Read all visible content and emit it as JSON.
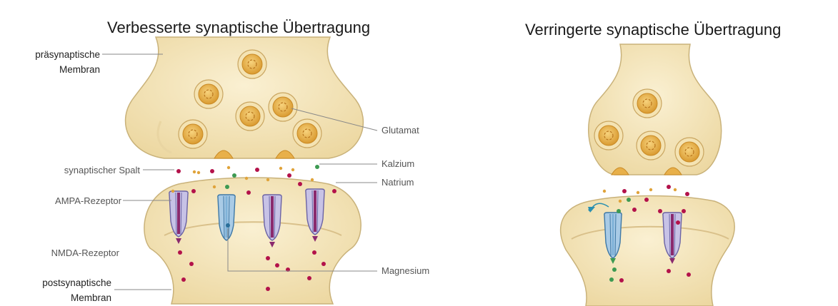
{
  "titles": {
    "left": "Verbesserte synaptische Übertragung",
    "right": "Verringerte synaptische Übertragung"
  },
  "labels": {
    "presynaptic_line1": "präsynaptische",
    "presynaptic_line2": "Membran",
    "synaptic_cleft": "synaptischer Spalt",
    "ampa_receptor": "AMPA-Rezeptor",
    "nmda_receptor": "NMDA-Rezeptor",
    "postsynaptic_line1": "postsynaptische",
    "postsynaptic_line2": "Membran",
    "glutamate": "Glutamat",
    "calcium": "Kalzium",
    "sodium": "Natrium",
    "magnesium": "Magnesium"
  },
  "colors": {
    "membrane_fill": "#f5e6bd",
    "membrane_edge": "#c9b27a",
    "vesicle": "#e8b04a",
    "ampa_receptor": "#c7c2e6",
    "ampa_channel": "#8a2a6e",
    "nmda_receptor": "#a9cbe6",
    "nmda_channel": "#2a6f9a",
    "calcium_dot": "#3d9a52",
    "sodium_dot": "#b3124a",
    "glutamate_dot": "#e0a33a"
  }
}
